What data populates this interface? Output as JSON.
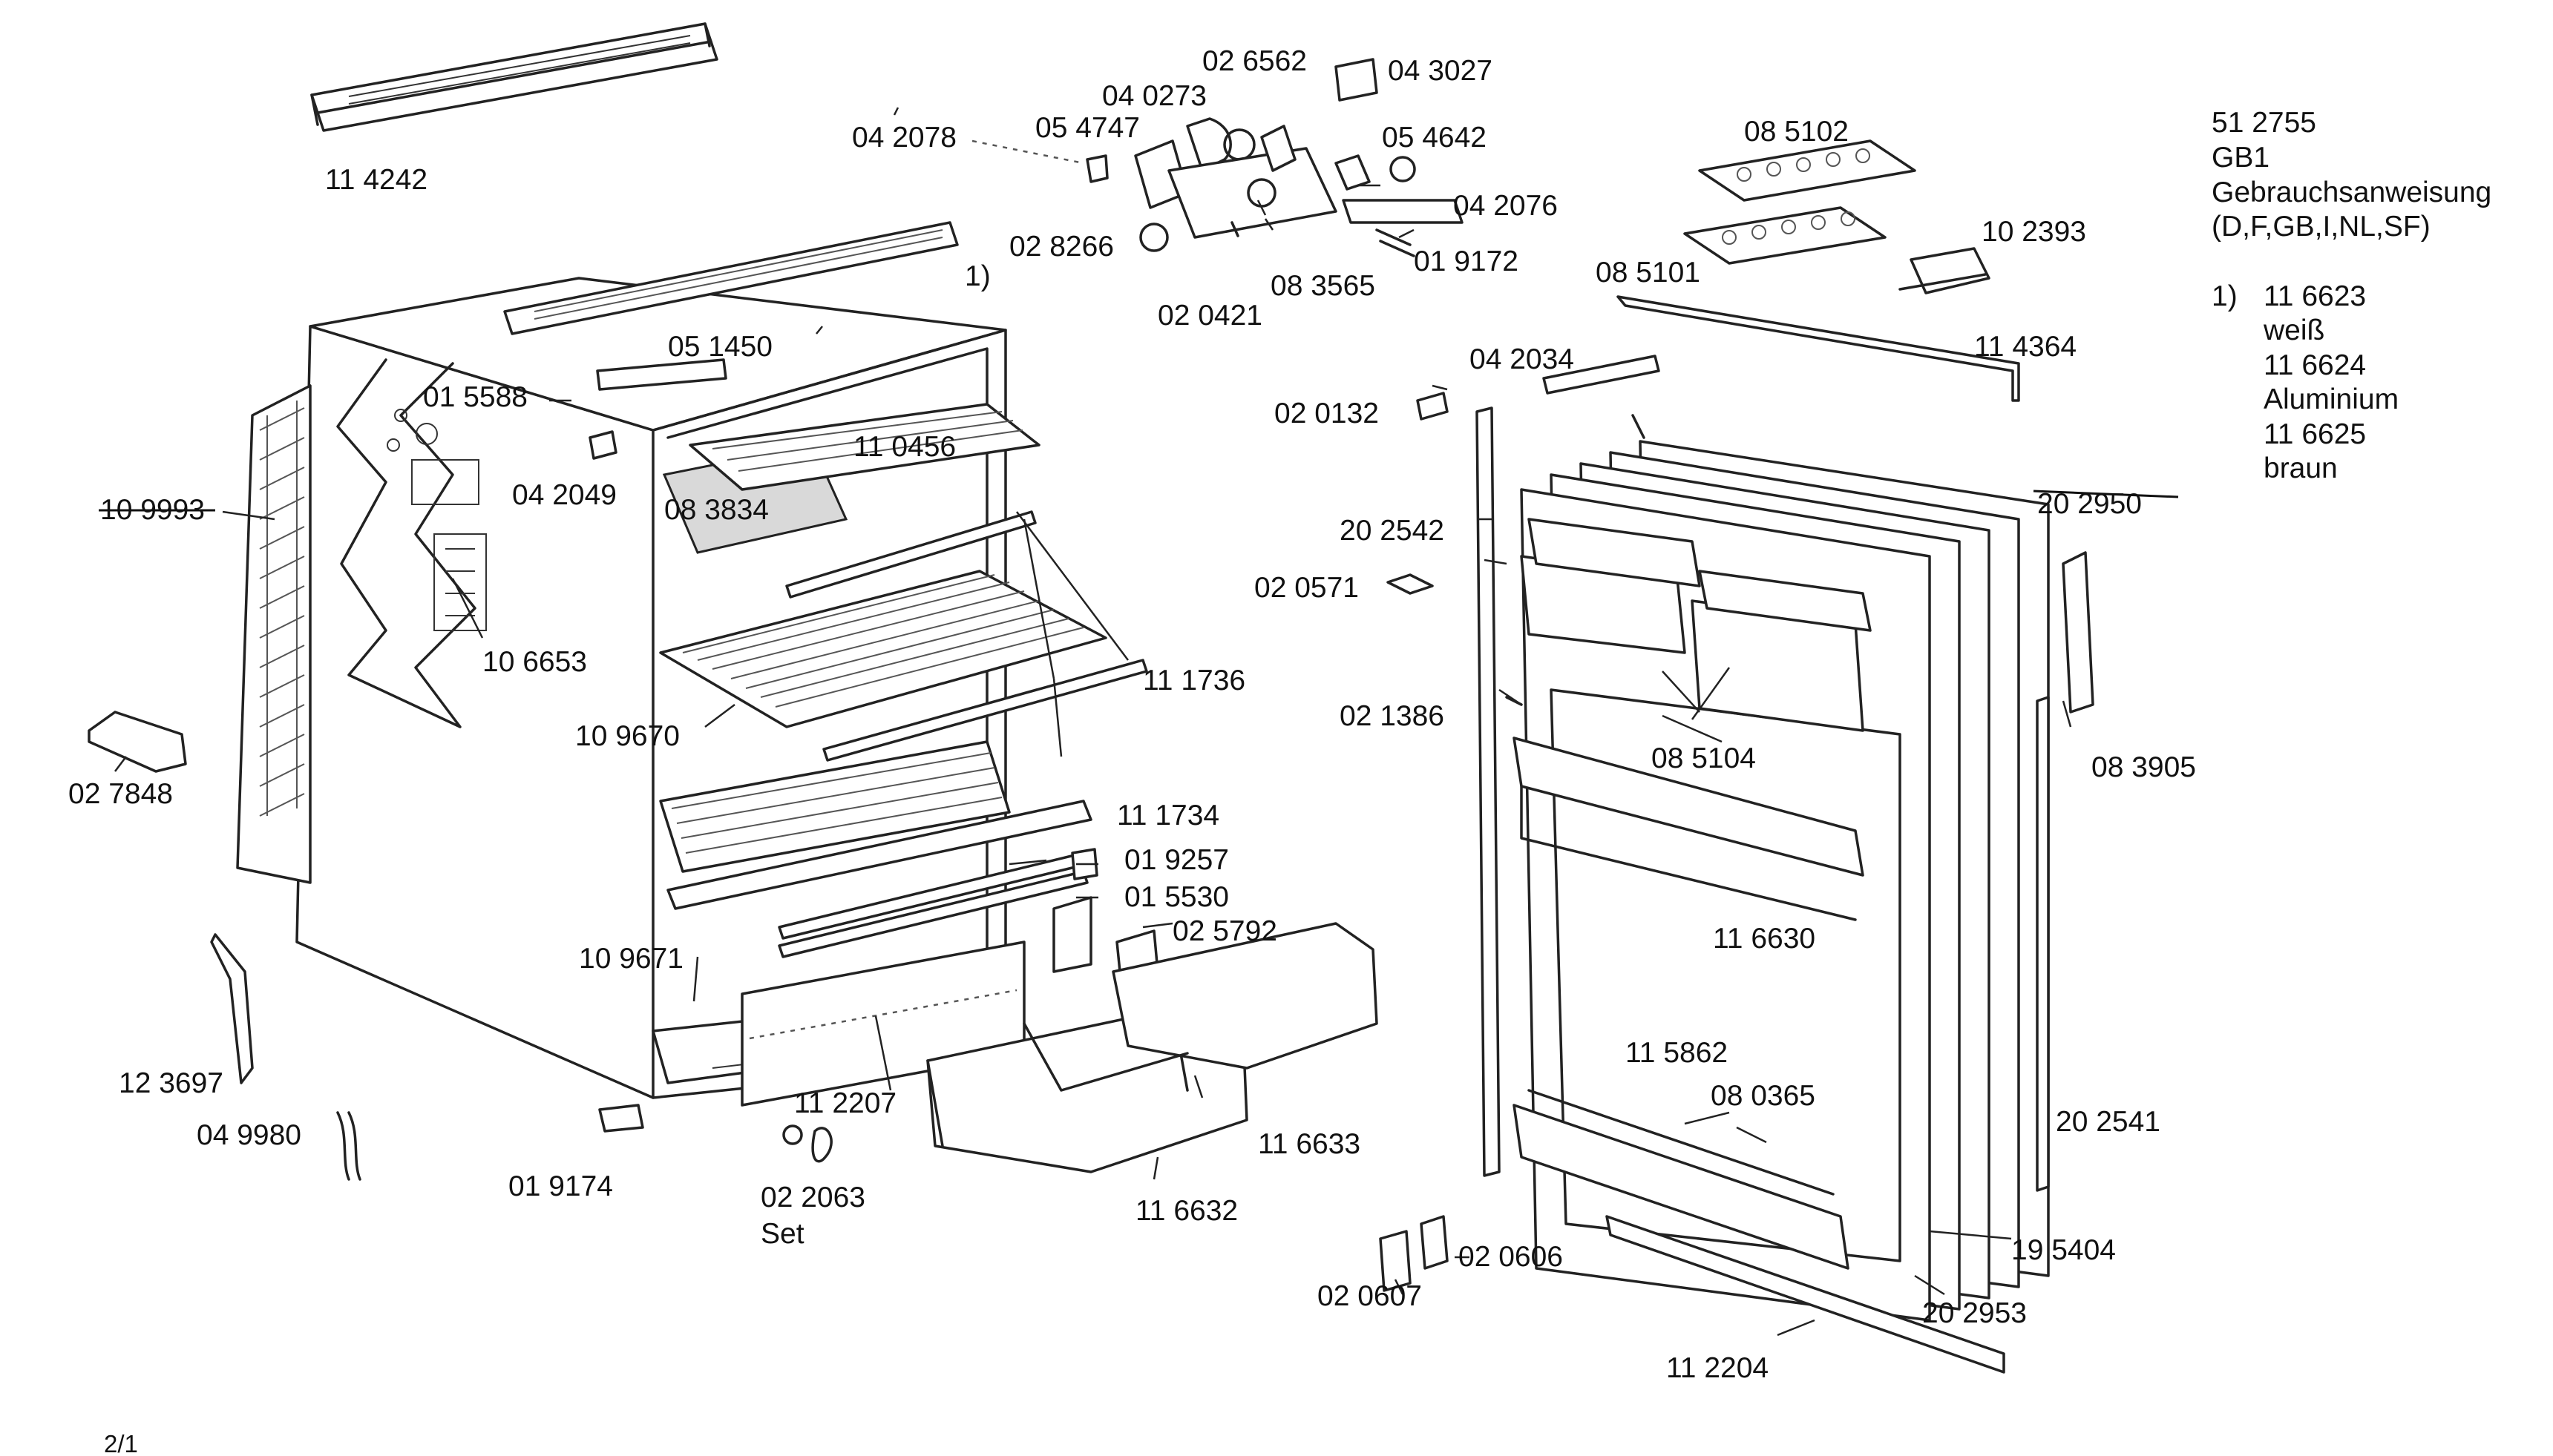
{
  "parts": {
    "p114242": "11 4242",
    "p1)": "1)",
    "p051450": "05 1450",
    "p015588": "01 5588",
    "p042049": "04 2049",
    "p110456": "11 0456",
    "p083834": "08 3834",
    "p109993": "10 9993",
    "p106653": "10 6653",
    "p111736": "11 1736",
    "p109670": "10 9670",
    "p027848": "02 7848",
    "p111734": "11 1734",
    "p019257": "01 9257",
    "p015530": "01 5530",
    "p025792": "02 5792",
    "p109671": "10 9671",
    "p123697": "12 3697",
    "p049980": "04 9980",
    "p112207": "11 2207",
    "p116633": "11 6633",
    "p019174": "01 9174",
    "p022063": "02 2063",
    "pset": "Set",
    "p116632": "11 6632",
    "p042078": "04 2078",
    "p054747": "05 4747",
    "p040273": "04 0273",
    "p026562": "02 6562",
    "p043027": "04 3027",
    "p054642": "05 4642",
    "p042076": "04 2076",
    "p028266": "02 8266",
    "p083565": "08 3565",
    "p019172": "01 9172",
    "p020421": "02 0421",
    "p085102": "08 5102",
    "p102393": "10 2393",
    "p085101": "08 5101",
    "p114364": "11 4364",
    "p042034": "04 2034",
    "p020132": "02 0132",
    "p202542": "20 2542",
    "p020571": "02 0571",
    "p021386": "02 1386",
    "p085104": "08 5104",
    "p202950": "20 2950",
    "p083905": "08 3905",
    "p116630": "11 6630",
    "p115862": "11 5862",
    "p080365": "08 0365",
    "p202541": "20 2541",
    "p195404": "19 5404",
    "p202953": "20 2953",
    "p020606": "02 0606",
    "p020607": "02 0607",
    "p112204": "11 2204"
  },
  "info": {
    "code": "51 2755",
    "model": "GB1",
    "manual": "Gebrauchsanweisung",
    "languages": "(D,F,GB,I,NL,SF)",
    "note_marker": "1)",
    "variants": [
      {
        "code": "11 6623",
        "color": "weiß"
      },
      {
        "code": "11 6624",
        "color": "Aluminium"
      },
      {
        "code": "11 6625",
        "color": "braun"
      }
    ]
  },
  "page_number": "2/1"
}
